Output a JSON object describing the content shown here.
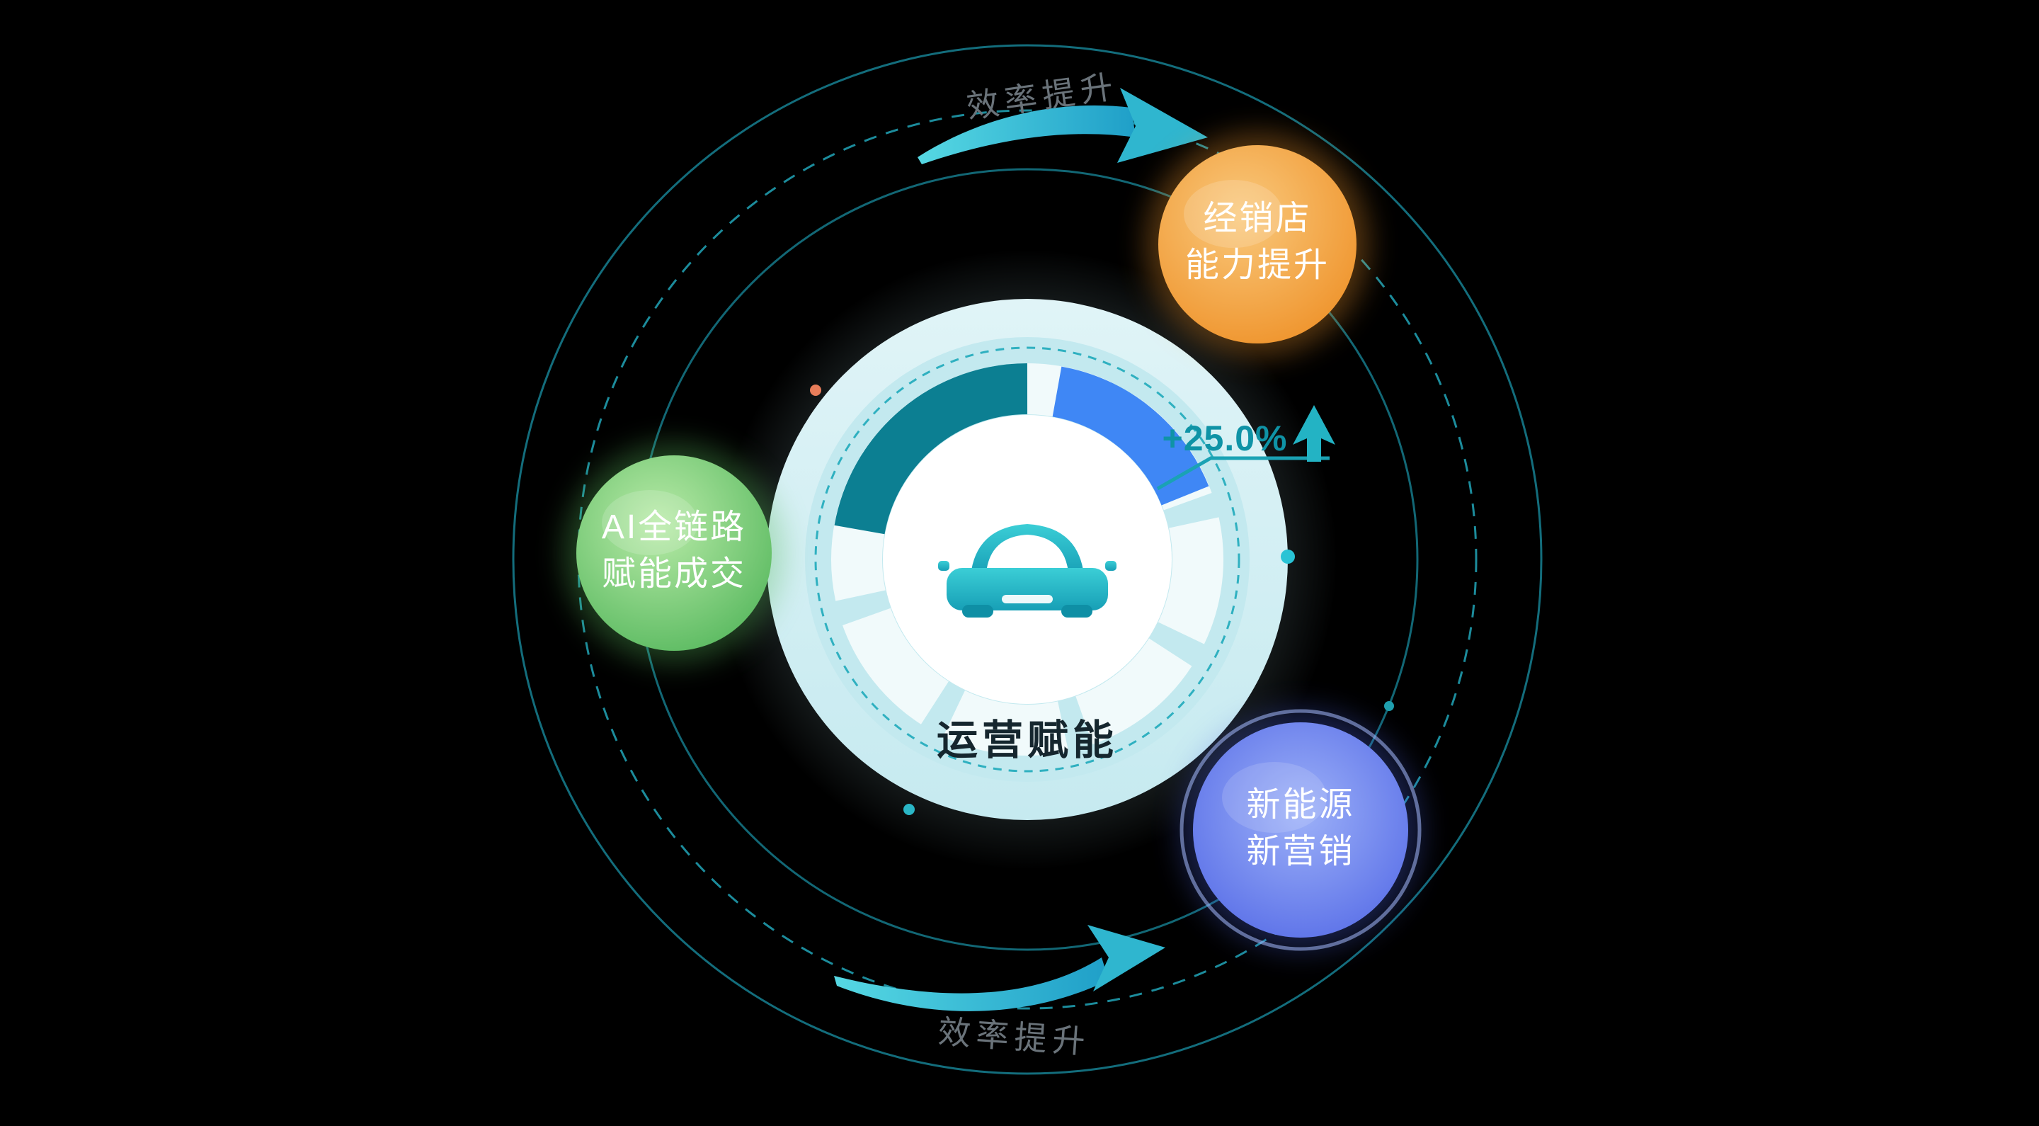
{
  "center": {
    "label": "运营赋能",
    "metric": "+25.0%"
  },
  "flow": {
    "top_label": "效率提升",
    "bottom_label": "效率提升"
  },
  "bubbles": {
    "dealer": {
      "line1": "经销店",
      "line2": "能力提升",
      "color": "#f0962e"
    },
    "ai": {
      "line1": "AI全链路",
      "line2": "赋能成交",
      "color": "#5cba5e"
    },
    "nev": {
      "line1": "新能源",
      "line2": "新营销",
      "color": "#5068e8"
    }
  },
  "icons": {
    "car": "car-icon",
    "gauge": "gauge-icon",
    "metric_arrow": "arrow-up-icon",
    "flow_arrows": "curved-arrow-icon"
  },
  "colors": {
    "background": "#000000",
    "orbit_teal": "#15798a",
    "accent_teal": "#1aa2b4",
    "center_fill": "#cdeef3",
    "gauge_teal": "#0c7f92",
    "gauge_blue": "#3f87f5",
    "metric_text": "#0f93a6",
    "flow_text": "#6a737a"
  }
}
